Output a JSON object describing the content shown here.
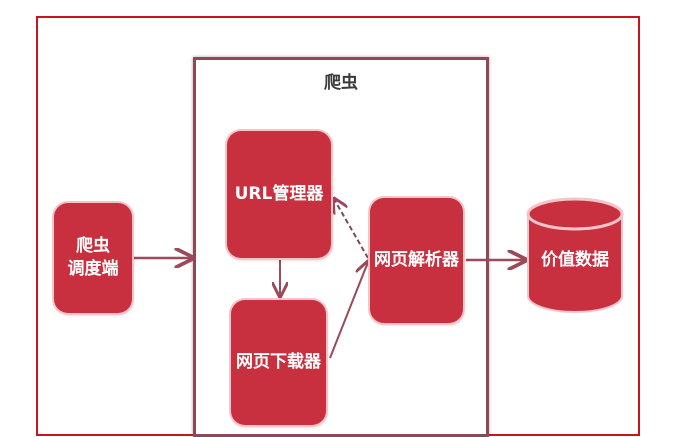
{
  "diagram": {
    "container_title": "爬虫",
    "nodes": {
      "scheduler": {
        "line1": "爬虫",
        "line2": "调度端"
      },
      "url_manager": {
        "label": "URL管理器"
      },
      "downloader": {
        "label": "网页下载器"
      },
      "parser": {
        "label": "网页解析器"
      },
      "data_store": {
        "label": "价值数据"
      }
    },
    "edges": [
      {
        "from": "爬虫调度端",
        "to": "爬虫",
        "style": "solid"
      },
      {
        "from": "URL管理器",
        "to": "网页下载器",
        "style": "solid"
      },
      {
        "from": "网页下载器",
        "to": "网页解析器",
        "style": "solid"
      },
      {
        "from": "网页解析器",
        "to": "URL管理器",
        "style": "dashed"
      },
      {
        "from": "网页解析器",
        "to": "价值数据",
        "style": "solid"
      }
    ],
    "colors": {
      "node_fill": "#c8303f",
      "frame": "#c8141c",
      "container_border": "#8a4a58",
      "arrow": "#9a4a5a"
    }
  }
}
